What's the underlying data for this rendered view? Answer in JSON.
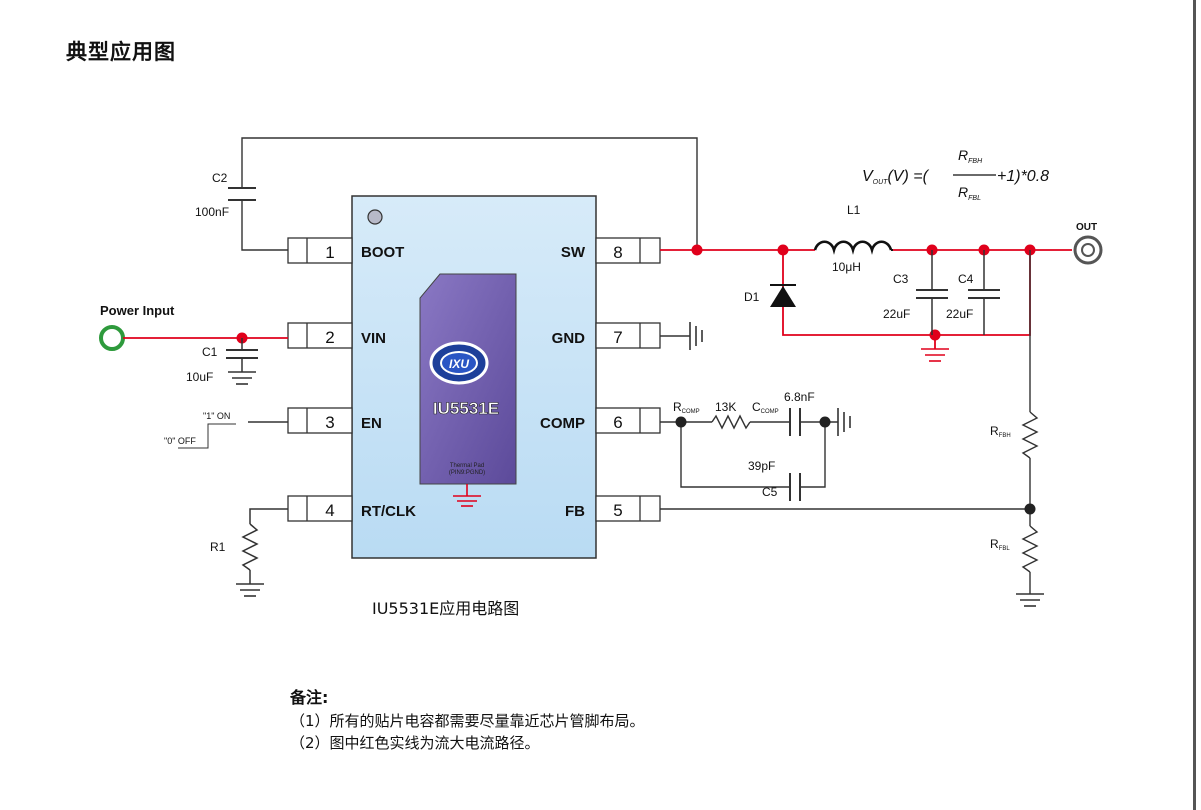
{
  "section_title": "典型应用图",
  "caption": "IU5531E应用电路图",
  "chip": {
    "name": "IU5531E",
    "logo_text": "IXU",
    "thermal_pad_line1": "Thermal Pad",
    "thermal_pad_line2": "(PIN9:PGND)"
  },
  "pins": {
    "p1": {
      "num": "1",
      "name": "BOOT"
    },
    "p2": {
      "num": "2",
      "name": "VIN"
    },
    "p3": {
      "num": "3",
      "name": "EN"
    },
    "p4": {
      "num": "4",
      "name": "RT/CLK"
    },
    "p5": {
      "num": "5",
      "name": "FB"
    },
    "p6": {
      "num": "6",
      "name": "COMP"
    },
    "p7": {
      "num": "7",
      "name": "GND"
    },
    "p8": {
      "num": "8",
      "name": "SW"
    }
  },
  "components": {
    "c2_name": "C2",
    "c2_value": "100nF",
    "c1_name": "C1",
    "c1_value": "10uF",
    "power_input": "Power Input",
    "en_on": "\"1\" ON",
    "en_off": "\"0\" OFF",
    "r1_name": "R1",
    "l1_name": "L1",
    "l1_value": "10μH",
    "d1_name": "D1",
    "c3_name": "C3",
    "c3_value": "22uF",
    "c4_name": "C4",
    "c4_value": "22uF",
    "out_label": "OUT",
    "rcomp_main": "R",
    "rcomp_sub": "COMP",
    "rcomp_value": "13K",
    "ccomp_main": "C",
    "ccomp_sub": "COMP",
    "ccomp_value": "6.8nF",
    "c5_name": "C5",
    "c5_value": "39pF",
    "rfbh_main": "R",
    "rfbh_sub": "FBH",
    "rfbl_main": "R",
    "rfbl_sub": "FBL"
  },
  "formula": {
    "vout_main": "V",
    "vout_sub": "OUT",
    "vout_rest": "(V) =(",
    "num_main": "R",
    "num_sub": "FBH",
    "den_main": "R",
    "den_sub": "FBL",
    "tail": "+1)*0.8"
  },
  "notes": {
    "title": "备注:",
    "line1": "（1）所有的贴片电容都需要尽量靠近芯片管脚布局。",
    "line2": "（2）图中红色实线为流大电流路径。"
  },
  "colors": {
    "chip_fill": "#cfe6f7",
    "wire_high_current": "#e0001b",
    "wire_normal": "#333333",
    "power_input_ring": "#2e9a3c",
    "chip_purple": "#6a56a6"
  }
}
